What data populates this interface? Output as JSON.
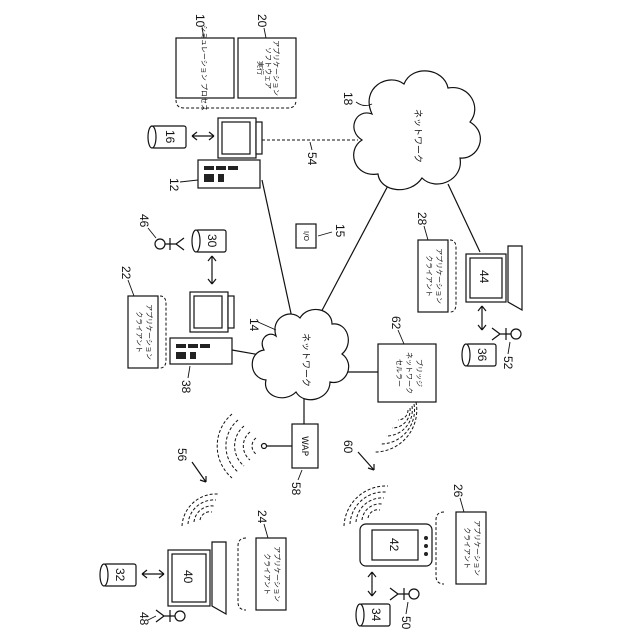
{
  "refs": {
    "sim_process": "10",
    "exec_software": "20",
    "computer_12": "12",
    "network_14": "14",
    "io_15": "15",
    "storage_16": "16",
    "network_18": "18",
    "client_22": "22",
    "client_24": "24",
    "client_26": "26",
    "client_28": "28",
    "storage_30": "30",
    "storage_32": "32",
    "storage_34": "34",
    "storage_36": "36",
    "computer_38": "38",
    "laptop_40": "40",
    "phone_42": "42",
    "laptop_44": "44",
    "user_46": "46",
    "user_48": "48",
    "user_50": "50",
    "user_52": "52",
    "link_54": "54",
    "wireless_56": "56",
    "wap_58": "58",
    "wireless_60": "60",
    "bridge_62": "62"
  },
  "labels": {
    "sim_process": "シミュレーション プロセス",
    "exec_software_1": "実行",
    "exec_software_2": "ソフトウェア",
    "exec_software_3": "アプリケーション",
    "network": "ネットワーク",
    "client_app_1": "クライアント",
    "client_app_2": "アプリケーション",
    "io": "I/O",
    "wap": "WAP",
    "bridge_1": "セルラー",
    "bridge_2": "ネットワーク",
    "bridge_3": "ブリッジ"
  }
}
